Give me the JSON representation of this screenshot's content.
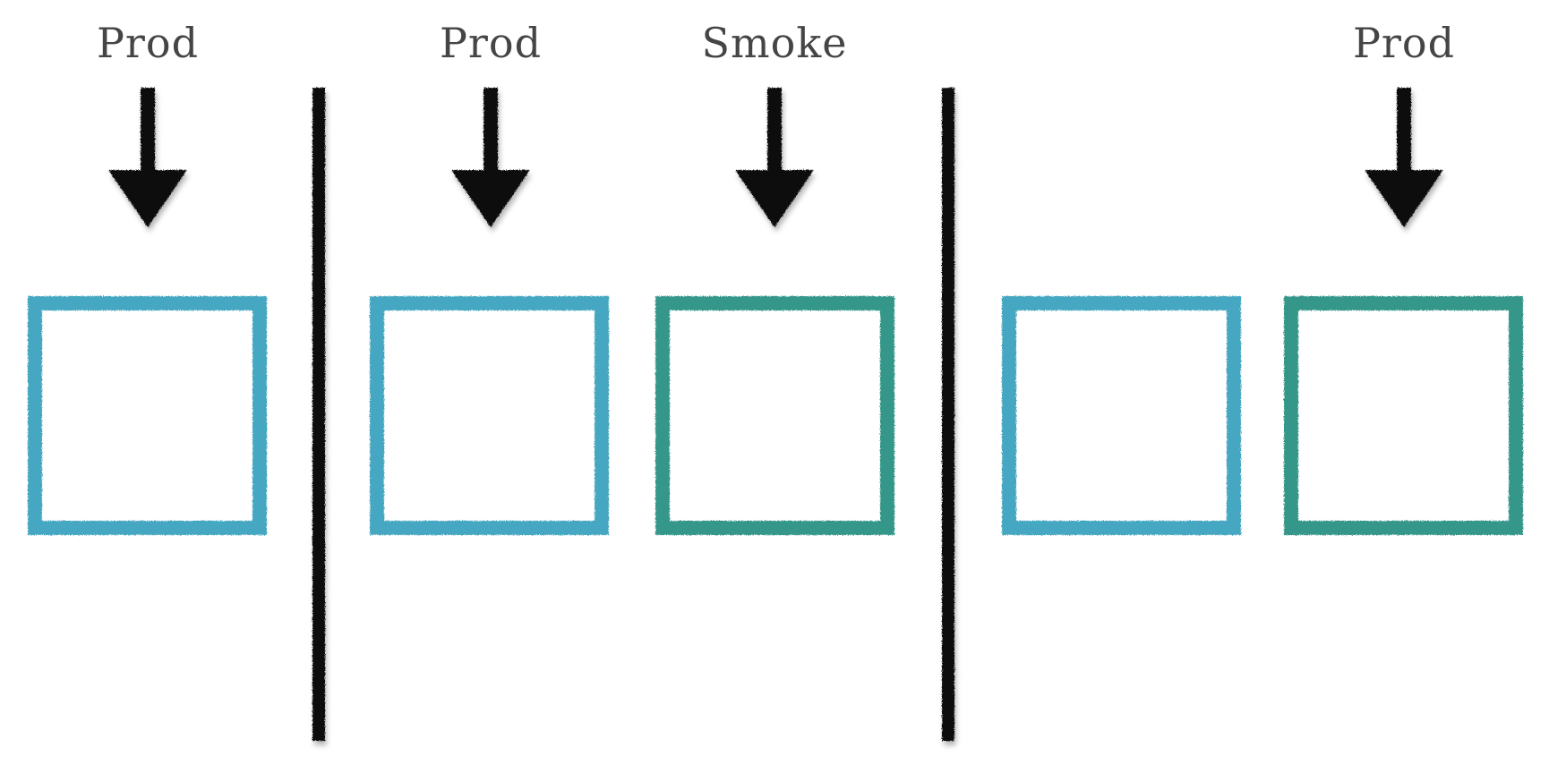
{
  "colors": {
    "blue_box": "#44a7c1",
    "teal_box": "#34968a",
    "ink": "#0a0a0a",
    "label_text": "#454545",
    "background": "#ffffff"
  },
  "labels": [
    {
      "text": "Prod"
    },
    {
      "text": "Prod"
    },
    {
      "text": "Smoke"
    },
    {
      "text": "Prod"
    }
  ],
  "boxes": [
    {
      "color_key": "blue_box"
    },
    {
      "color_key": "blue_box"
    },
    {
      "color_key": "teal_box"
    },
    {
      "color_key": "blue_box"
    },
    {
      "color_key": "teal_box"
    }
  ]
}
